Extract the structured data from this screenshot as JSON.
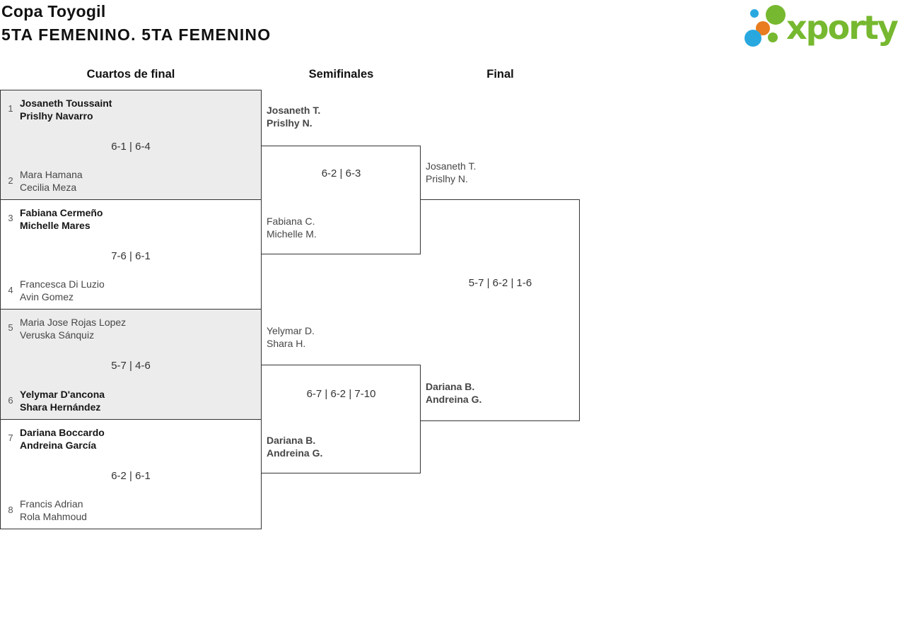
{
  "page": {
    "title": "Copa Toyogil",
    "subtitle": "5TA FEMENINO. 5TA FEMENINO"
  },
  "logo": {
    "brand": "xporty",
    "colors": {
      "green": "#76b82f",
      "blue": "#29a8e0",
      "orange": "#e87c1e"
    }
  },
  "rounds": {
    "quarterfinals_label": "Cuartos de final",
    "semifinals_label": "Semifinales",
    "final_label": "Final"
  },
  "colors": {
    "border": "#333333",
    "box_fill_alt": "#ececec",
    "winner_text": "#161616",
    "loser_text": "#464646"
  },
  "quarterfinals": [
    {
      "seed1": "1",
      "team1_line1": "Josaneth Toussaint",
      "team1_line2": "Prislhy Navarro",
      "team1_winner": true,
      "score": "6-1 | 6-4",
      "seed2": "2",
      "team2_line1": "Mara Hamana",
      "team2_line2": "Cecilia Meza",
      "team2_winner": false
    },
    {
      "seed1": "3",
      "team1_line1": "Fabiana Cermeño",
      "team1_line2": "Michelle Mares",
      "team1_winner": true,
      "score": "7-6 | 6-1",
      "seed2": "4",
      "team2_line1": "Francesca Di Luzio",
      "team2_line2": "Avin Gomez",
      "team2_winner": false
    },
    {
      "seed1": "5",
      "team1_line1": "Maria Jose Rojas Lopez",
      "team1_line2": "Veruska Sánquiz",
      "team1_winner": false,
      "score": "5-7 | 4-6",
      "seed2": "6",
      "team2_line1": "Yelymar D'ancona",
      "team2_line2": "Shara Hernández",
      "team2_winner": true
    },
    {
      "seed1": "7",
      "team1_line1": "Dariana Boccardo",
      "team1_line2": "Andreina García",
      "team1_winner": true,
      "score": "6-2 | 6-1",
      "seed2": "8",
      "team2_line1": "Francis Adrian",
      "team2_line2": "Rola Mahmoud",
      "team2_winner": false
    }
  ],
  "semifinals": [
    {
      "team1_line1": "Josaneth T.",
      "team1_line2": "Prislhy N.",
      "team1_winner": true,
      "score": "6-2 | 6-3",
      "team2_line1": "Fabiana C.",
      "team2_line2": "Michelle M.",
      "team2_winner": false
    },
    {
      "team1_line1": "Yelymar D.",
      "team1_line2": "Shara H.",
      "team1_winner": false,
      "score": "6-7 | 6-2 | 7-10",
      "team2_line1": "Dariana B.",
      "team2_line2": "Andreina G.",
      "team2_winner": true
    }
  ],
  "final": {
    "team1_line1": "Josaneth T.",
    "team1_line2": "Prislhy N.",
    "team1_winner": false,
    "score": "5-7 | 6-2 | 1-6",
    "team2_line1": "Dariana B.",
    "team2_line2": "Andreina G.",
    "team2_winner": true
  }
}
